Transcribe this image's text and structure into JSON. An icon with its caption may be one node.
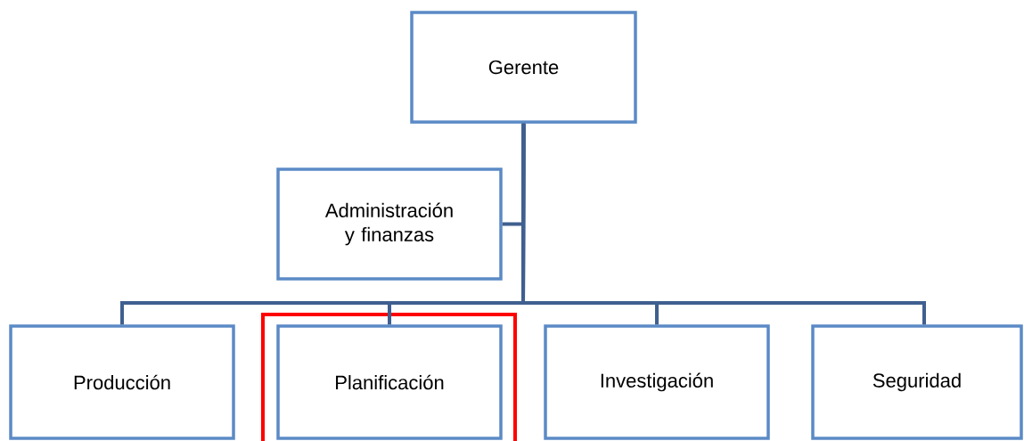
{
  "diagram": {
    "nodes": [
      {
        "text": [
          "Gerente"
        ]
      },
      {
        "text": [
          "Administración y finanzas"
        ]
      },
      {
        "text": [
          "Producción"
        ]
      },
      {
        "text": [
          "Planificación"
        ]
      },
      {
        "text": [
          "Investigación"
        ]
      },
      {
        "text": [
          "Seguridad"
        ]
      }
    ],
    "edges": [
      {
        "from": 0,
        "to": 1,
        "arrow": "none"
      },
      {
        "from": 0,
        "to": 2,
        "arrow": "none"
      },
      {
        "from": 0,
        "to": 3,
        "arrow": "none"
      },
      {
        "from": 0,
        "to": 4,
        "arrow": "none"
      },
      {
        "from": 0,
        "to": 5,
        "arrow": "none"
      }
    ]
  }
}
